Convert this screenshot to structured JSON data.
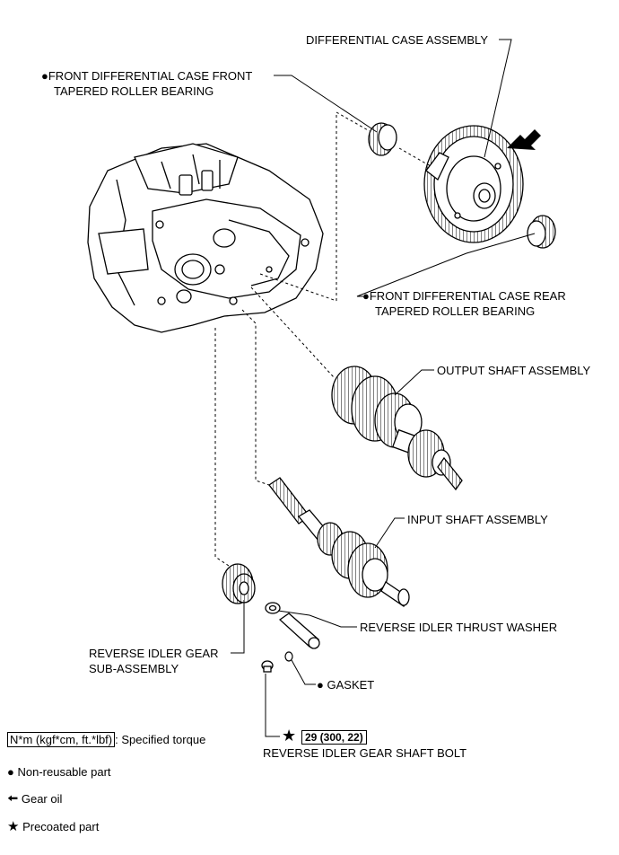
{
  "labels": {
    "differential_case": "DIFFERENTIAL CASE ASSEMBLY",
    "front_bearing_line1": "FRONT DIFFERENTIAL CASE FRONT",
    "front_bearing_line2": "TAPERED ROLLER BEARING",
    "rear_bearing_line1": "FRONT DIFFERENTIAL CASE REAR",
    "rear_bearing_line2": "TAPERED ROLLER BEARING",
    "output_shaft": "OUTPUT SHAFT ASSEMBLY",
    "input_shaft": "INPUT SHAFT ASSEMBLY",
    "thrust_washer": "REVERSE IDLER THRUST WASHER",
    "idler_gear_line1": "REVERSE IDLER GEAR",
    "idler_gear_line2": "SUB-ASSEMBLY",
    "gasket": "GASKET",
    "shaft_bolt": "REVERSE IDLER GEAR SHAFT BOLT",
    "torque_value": "29 (300, 22)"
  },
  "legend": {
    "torque_unit": "N*m (kgf*cm, ft.*lbf)",
    "torque_text": ": Specified torque",
    "non_reusable": "Non-reusable part",
    "gear_oil": "Gear oil",
    "precoated": "Precoated part"
  },
  "icons": [
    "filled-circle-icon",
    "arrow-left-icon",
    "star-icon"
  ]
}
